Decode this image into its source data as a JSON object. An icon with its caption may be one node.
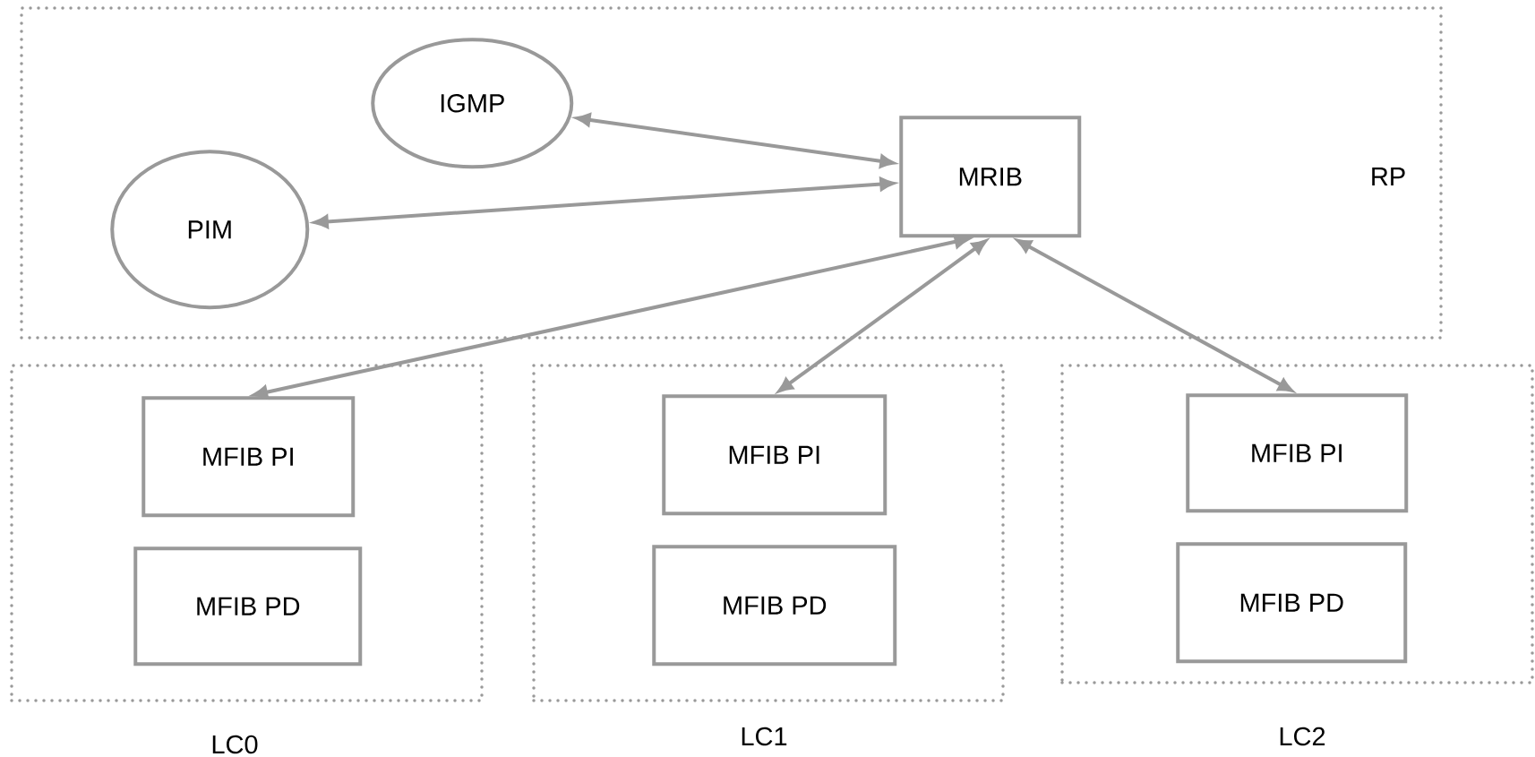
{
  "diagram": {
    "nodes": [
      {
        "text": [
          "RP"
        ]
      },
      {
        "text": [
          "IGMP"
        ],
        "in": 0
      },
      {
        "text": [
          "PIM"
        ],
        "in": 0
      },
      {
        "text": [
          "MRIB"
        ],
        "in": 0
      },
      {
        "text": [
          "LC0"
        ]
      },
      {
        "text": [
          "MFIB PI"
        ],
        "in": 4
      },
      {
        "text": [
          "MFIB PD"
        ],
        "in": 4
      },
      {
        "text": [
          "LC1"
        ]
      },
      {
        "text": [
          "MFIB PI"
        ],
        "in": 7
      },
      {
        "text": [
          "MFIB PD"
        ],
        "in": 7
      },
      {
        "text": [
          "LC2"
        ]
      },
      {
        "text": [
          "MFIB PI"
        ],
        "in": 10
      },
      {
        "text": [
          "MFIB PD"
        ],
        "in": 10
      }
    ],
    "edges": [
      {
        "from": 1,
        "to": 3,
        "arrow": "both"
      },
      {
        "from": 2,
        "to": 3,
        "arrow": "both"
      },
      {
        "from": 3,
        "to": 5,
        "arrow": "both"
      },
      {
        "from": 3,
        "to": 8,
        "arrow": "both"
      },
      {
        "from": 3,
        "to": 11,
        "arrow": "both"
      }
    ]
  }
}
